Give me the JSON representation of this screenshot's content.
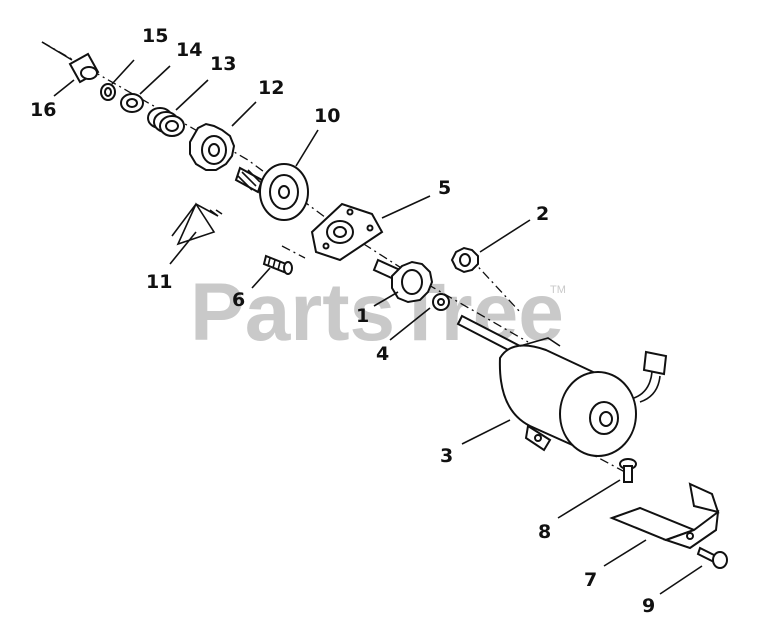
{
  "watermark": {
    "text": "PartsTree",
    "trademark": "TM"
  },
  "callouts": [
    {
      "id": "c1",
      "text": "1"
    },
    {
      "id": "c2",
      "text": "2"
    },
    {
      "id": "c3",
      "text": "3"
    },
    {
      "id": "c4",
      "text": "4"
    },
    {
      "id": "c5",
      "text": "5"
    },
    {
      "id": "c6",
      "text": "6"
    },
    {
      "id": "c7",
      "text": "7"
    },
    {
      "id": "c8",
      "text": "8"
    },
    {
      "id": "c9",
      "text": "9"
    },
    {
      "id": "c10",
      "text": "10"
    },
    {
      "id": "c11",
      "text": "11"
    },
    {
      "id": "c12",
      "text": "12"
    },
    {
      "id": "c13",
      "text": "13"
    },
    {
      "id": "c14",
      "text": "14"
    },
    {
      "id": "c15",
      "text": "15"
    },
    {
      "id": "c16",
      "text": "16"
    }
  ]
}
